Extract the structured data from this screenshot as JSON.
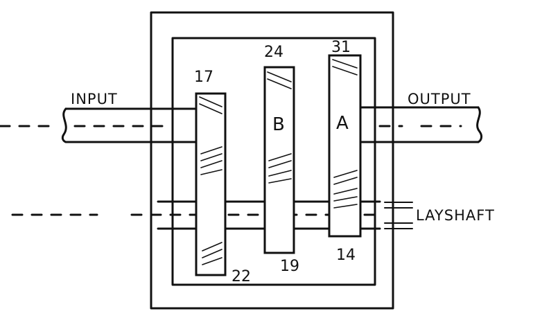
{
  "labels": {
    "input": "INPUT",
    "output": "OUTPUT",
    "layshaft": "LAYSHAFT"
  },
  "gears": {
    "main_1_teeth": "17",
    "lay_1_teeth": "22",
    "gear_b_name": "B",
    "gear_b_teeth": "24",
    "lay_b_teeth": "19",
    "gear_a_name": "A",
    "gear_a_teeth": "31",
    "lay_a_teeth": "14"
  }
}
